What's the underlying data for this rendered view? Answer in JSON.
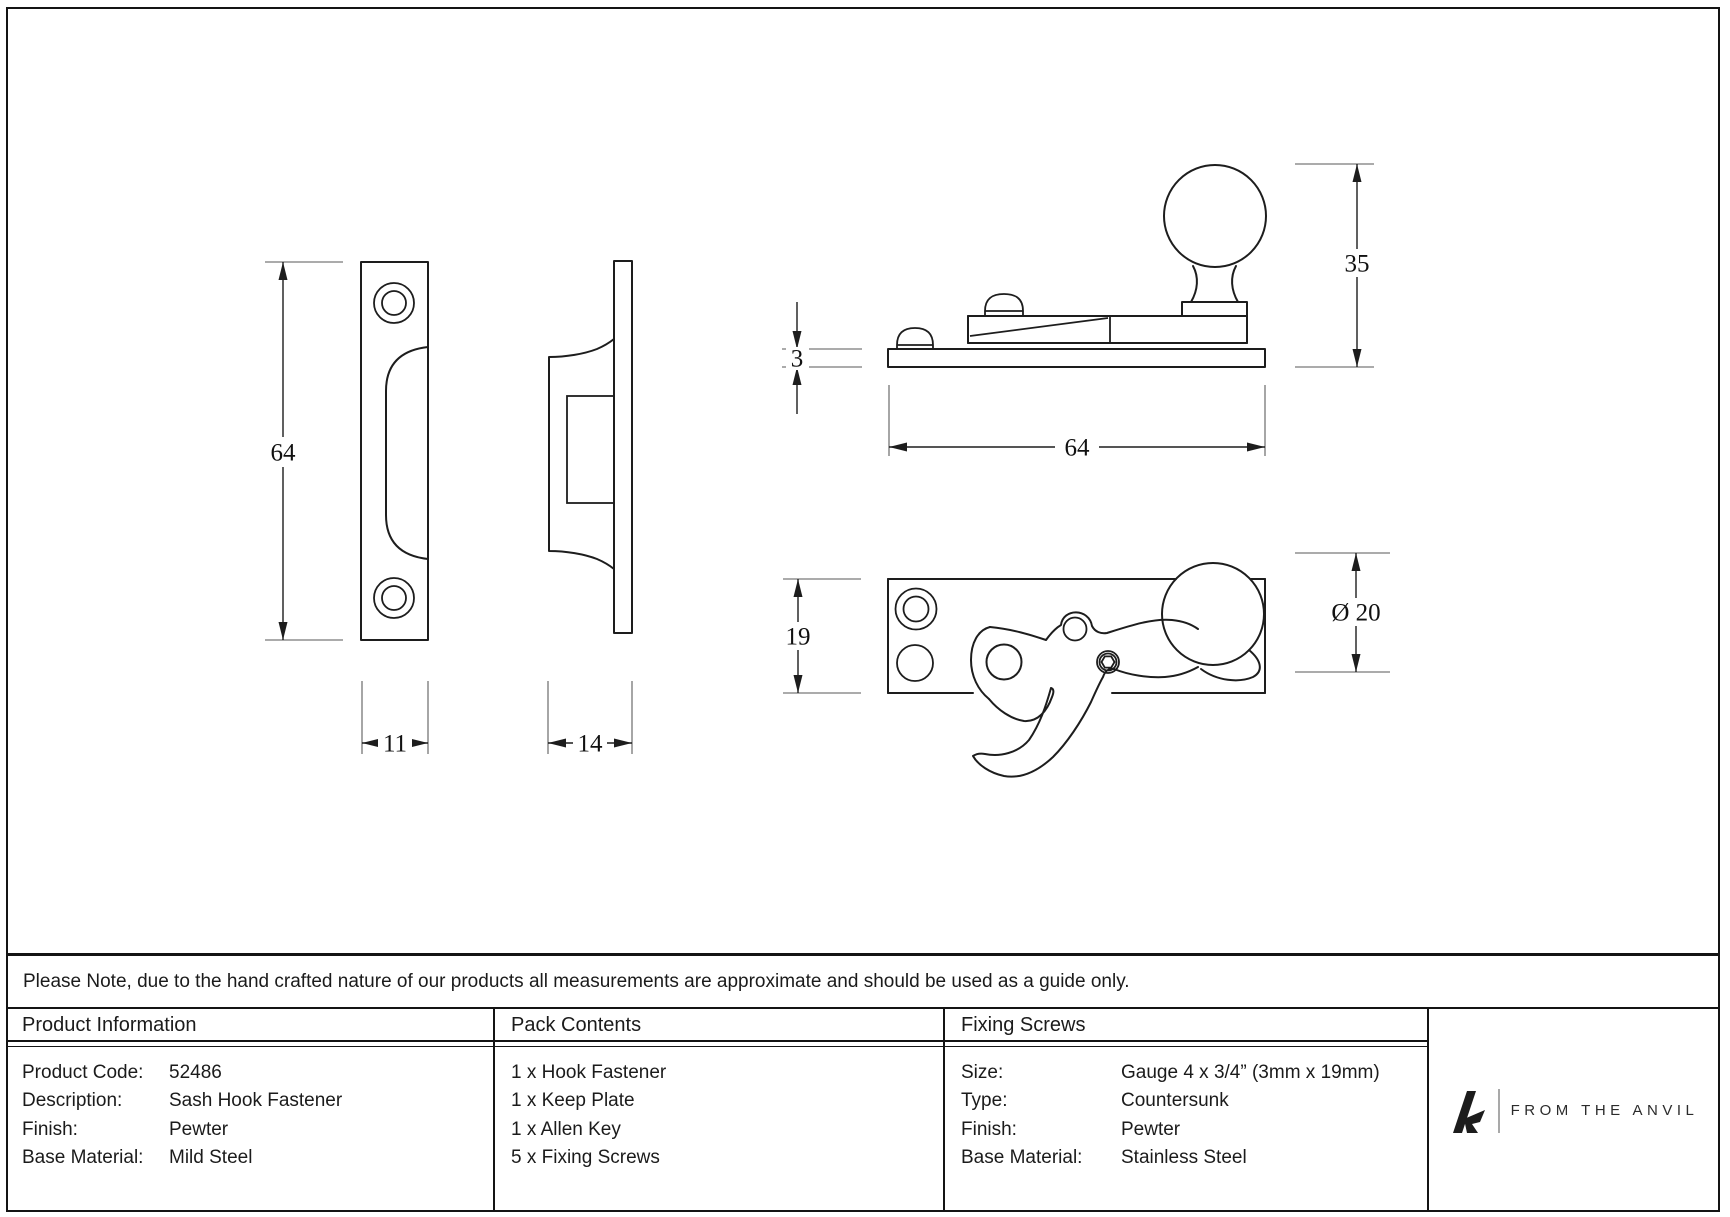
{
  "drawing": {
    "dimensions": {
      "keep_plate_height": "64",
      "keep_plate_width": "11",
      "keep_plate_depth": "14",
      "base_plate_thickness": "3",
      "fastener_length": "64",
      "fastener_height": "35",
      "fastener_plate_width": "19",
      "knob_diameter": "Ø 20"
    }
  },
  "note": "Please Note, due to the hand crafted nature of our products all measurements are approximate and should be used as a guide only.",
  "table": {
    "product_information": {
      "header": "Product Information",
      "rows": [
        {
          "label": "Product Code:",
          "value": "52486"
        },
        {
          "label": "Description:",
          "value": "Sash Hook Fastener"
        },
        {
          "label": "Finish:",
          "value": "Pewter"
        },
        {
          "label": "Base Material:",
          "value": "Mild Steel"
        }
      ]
    },
    "pack_contents": {
      "header": "Pack Contents",
      "items": [
        "1 x Hook Fastener",
        "1 x Keep Plate",
        "1 x Allen Key",
        "5 x Fixing Screws"
      ]
    },
    "fixing_screws": {
      "header": "Fixing Screws",
      "rows": [
        {
          "label": "Size:",
          "value": "Gauge 4 x 3/4” (3mm x 19mm)"
        },
        {
          "label": "Type:",
          "value": "Countersunk"
        },
        {
          "label": "Finish:",
          "value": "Pewter"
        },
        {
          "label": "Base Material:",
          "value": "Stainless Steel"
        }
      ]
    },
    "brand": {
      "text": "FROM THE ANVIL"
    }
  }
}
